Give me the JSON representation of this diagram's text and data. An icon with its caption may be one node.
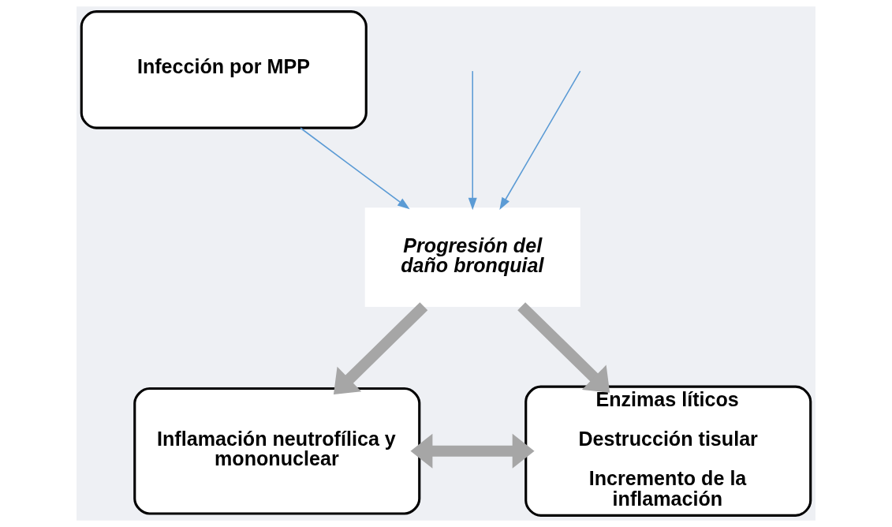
{
  "diagram": {
    "nodes": [
      {
        "text": [
          "Infección por MPP"
        ]
      },
      {
        "text": [
          "Progresión del daño bronquial"
        ]
      },
      {
        "text": [
          "Inflamación neutrofílica y mononuclear"
        ]
      },
      {
        "text": [
          "Enzimas líticos",
          "Destrucción tisular",
          "Incremento de la inflamación"
        ]
      }
    ],
    "edges": [
      {
        "from": 0,
        "to": 1,
        "arrow": "to",
        "color": "#5b9bd5"
      },
      {
        "from": null,
        "to": 1,
        "arrow": "to",
        "color": "#5b9bd5"
      },
      {
        "from": null,
        "to": 1,
        "arrow": "to",
        "color": "#5b9bd5"
      },
      {
        "from": 1,
        "to": 2,
        "arrow": "to",
        "style": "thick",
        "color": "#a6a6a6"
      },
      {
        "from": 1,
        "to": 3,
        "arrow": "to",
        "style": "thick",
        "color": "#a6a6a6"
      },
      {
        "from": 2,
        "to": 3,
        "arrow": "both",
        "style": "thick",
        "color": "#a6a6a6"
      }
    ]
  }
}
